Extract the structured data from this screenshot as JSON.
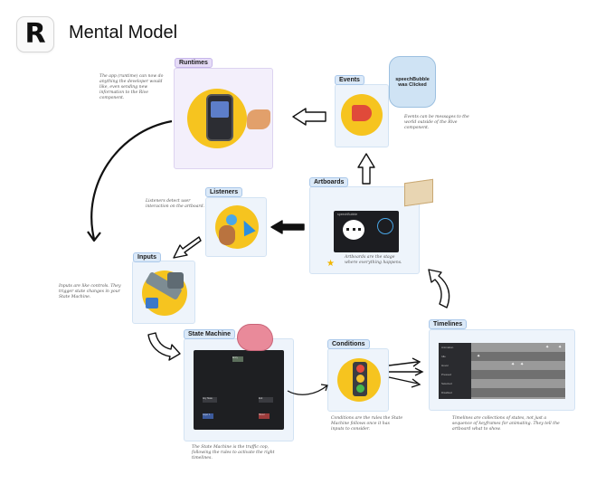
{
  "header": {
    "logo_letter": "R",
    "title": "Mental Model"
  },
  "nodes": {
    "runtimes": "Runtimes",
    "events": "Events",
    "listeners": "Listeners",
    "artboards": "Artboards",
    "inputs": "Inputs",
    "state_machine": "State Machine",
    "conditions": "Conditions",
    "timelines": "Timelines"
  },
  "speech_bubble": "speechBubble was Clicked",
  "artboard_preview_label": "speechBubble",
  "notes": {
    "runtimes": "The app (runtime) can now do anything the developer would like, even sending new information to the Rive component.",
    "events": "Events can be messages to the world outside of the Rive component.",
    "listeners": "Listeners detect user interaction on the artboard.",
    "artboards": "Artboards are the stage where everything happens.",
    "inputs": "Inputs are like controls. They trigger state changes in your State Machine.",
    "state_machine": "The State Machine is the traffic cop, following the rules to activate the right timelines.",
    "conditions": "Conditions are the rules the State Machine follows once it has inputs to consider.",
    "timelines": "Timelines are collections of states, not just a sequence of keyframes for animating. They tell the artboard what to show."
  },
  "timeline_rows": [
    "Animation",
    "Idle",
    "Hover",
    "Pressed",
    "Selected",
    "Disabled"
  ],
  "state_nodes": [
    "Entry",
    "Any State",
    "Exit",
    "Layer 1",
    "Hover"
  ],
  "colors": {
    "accent_yellow": "#f6c41f",
    "tag_blue": "#dbe9f8",
    "tag_purple": "#e6dcf7",
    "card_blue": "#eef4fb",
    "card_purple": "#f3effb"
  }
}
